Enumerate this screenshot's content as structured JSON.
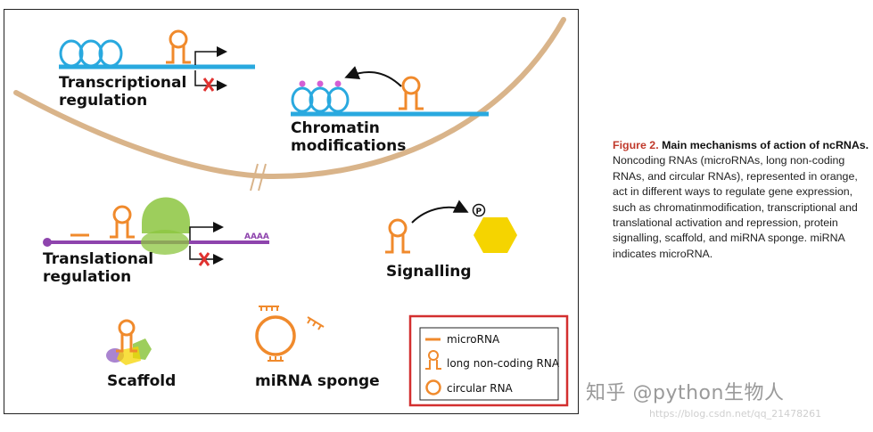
{
  "figure": {
    "labels": {
      "transcriptional": [
        "Transcriptional",
        "regulation"
      ],
      "chromatin": [
        "Chromatin",
        "modifications"
      ],
      "translational": [
        "Translational",
        "regulation"
      ],
      "signalling": "Signalling",
      "scaffold": "Scaffold",
      "sponge": "miRNA sponge",
      "polya": "AAAA",
      "phospho": "P"
    },
    "legend": {
      "items": [
        "microRNA",
        "long non-coding RNA",
        "circular RNA"
      ],
      "border_color": "#d32f2f"
    },
    "colors": {
      "ncrna": "#f08a2c",
      "dna": "#29a9df",
      "mrna": "#8e44ad",
      "membrane": "#d9b48a",
      "ribosome": "#8cc63f",
      "kinase": "#f5d400",
      "methyl": "#d35fd3",
      "block": "#e0312f"
    }
  },
  "caption": {
    "number": "Figure 2.",
    "title": "Main mechanisms of action of ncRNAs.",
    "body": "Noncoding RNAs (microRNAs, long non-coding RNAs, and circular RNAs), represented in orange, act in different ways to regulate gene expression, such as chromatinmodification, transcriptional and translational activation and repression, protein signalling, scaffold, and miRNA sponge. miRNA indicates microRNA."
  },
  "watermark": {
    "text": "知乎 @python生物人",
    "url": "https://blog.csdn.net/qq_21478261"
  }
}
